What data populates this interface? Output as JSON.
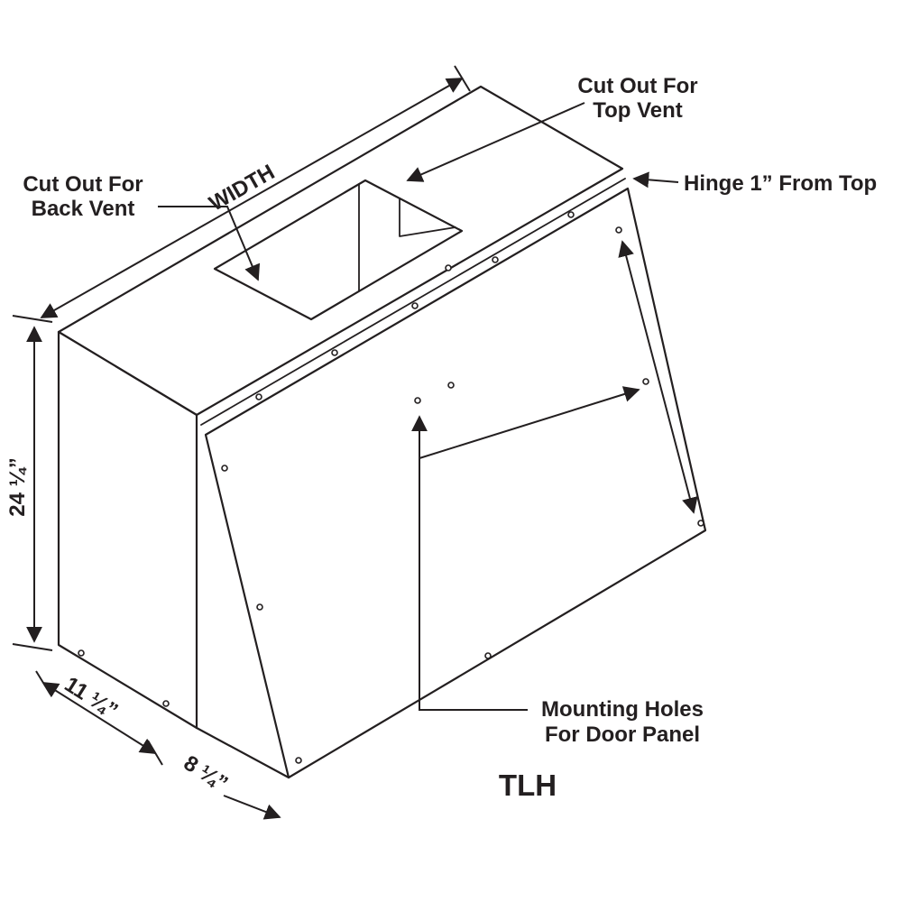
{
  "colors": {
    "background": "#ffffff",
    "line": "#231f20",
    "text": "#231f20"
  },
  "labels": {
    "top_vent_line1": "Cut Out For",
    "top_vent_line2": "Top Vent",
    "back_vent_line1": "Cut Out For",
    "back_vent_line2": "Back Vent",
    "hinge": "Hinge 1” From Top",
    "width": "WIDTH",
    "height": "24 ¼”",
    "depth": "11 ¼”",
    "lip": "8 ¼”",
    "mounting_line1": "Mounting Holes",
    "mounting_line2": "For Door Panel",
    "model": "TLH"
  }
}
